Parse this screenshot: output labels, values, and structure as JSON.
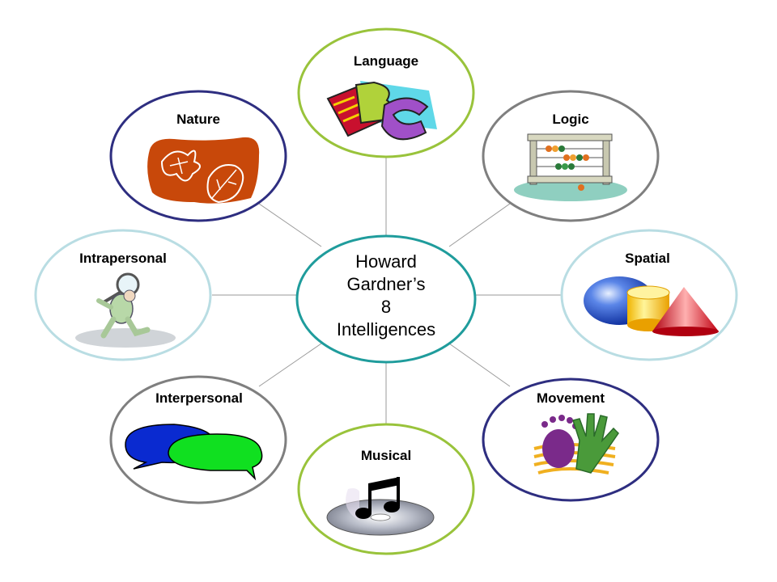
{
  "center": {
    "lines": [
      "Howard",
      "Gardner’s",
      "8",
      "Intelligences"
    ],
    "stroke": "#1f9c9c"
  },
  "nodes": [
    {
      "label": "Language",
      "stroke": "#99c33b",
      "icon": "abc-letters-icon"
    },
    {
      "label": "Logic",
      "stroke": "#7f7f7f",
      "icon": "abacus-icon"
    },
    {
      "label": "Spatial",
      "stroke": "#b9dde3",
      "icon": "3d-shapes-icon"
    },
    {
      "label": "Movement",
      "stroke": "#2e2e80",
      "icon": "footprint-handprint-icon"
    },
    {
      "label": "Musical",
      "stroke": "#99c33b",
      "icon": "music-note-cd-icon"
    },
    {
      "label": "Interpersonal",
      "stroke": "#7f7f7f",
      "icon": "speech-bubbles-icon"
    },
    {
      "label": "Intrapersonal",
      "stroke": "#b9dde3",
      "icon": "magnifying-glass-person-icon"
    },
    {
      "label": "Nature",
      "stroke": "#2e2e80",
      "icon": "leaves-icon"
    }
  ],
  "connector_color": "#9a9a9a"
}
